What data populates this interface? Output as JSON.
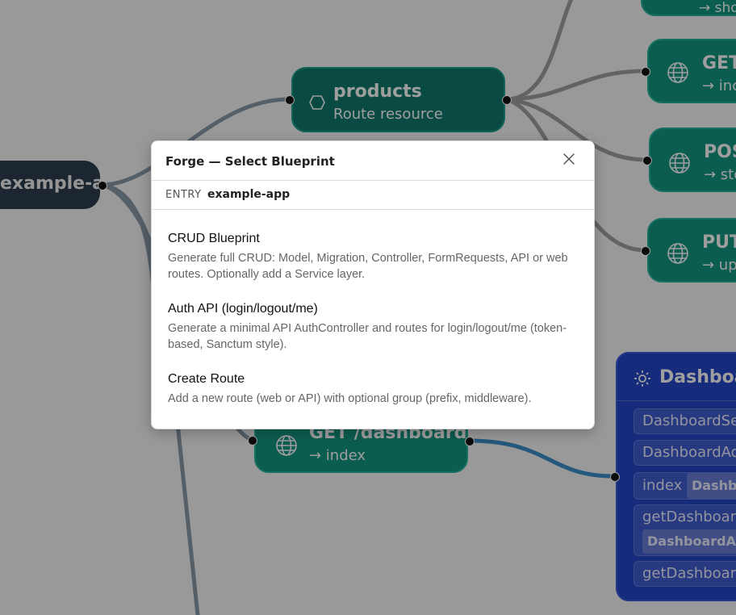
{
  "graph": {
    "app_node": {
      "label": "example-app"
    },
    "resource_node": {
      "title": "products",
      "subtitle": "Route resource"
    },
    "route_nodes": [
      {
        "title": "",
        "subtitle": "→ sho"
      },
      {
        "title": "GET",
        "subtitle": "→ inc"
      },
      {
        "title": "POS",
        "subtitle": "→ sto"
      },
      {
        "title": "PUT",
        "subtitle": "→ up"
      },
      {
        "title": "GET /dashboard",
        "subtitle": "→ index"
      }
    ],
    "controller_node": {
      "title": "Dashboar",
      "rows": [
        {
          "text": "DashboardSer"
        },
        {
          "text": "DashboardAdr"
        },
        {
          "text": "index",
          "chip": "Dashbo"
        },
        {
          "text": "getDashboard",
          "chip": "DashboardAdr"
        },
        {
          "text": "getDashboard"
        }
      ]
    },
    "colors": {
      "app": "#2c3e50",
      "resource": "#0f7a6c",
      "route": "#129682",
      "controller": "#2546c9",
      "edge": "#8a8a8a",
      "edge_blue": "#3a8fc8"
    }
  },
  "dialog": {
    "title": "Forge — Select Blueprint",
    "close_icon": "close-icon",
    "entry": {
      "label": "ENTRY",
      "value": "example-app"
    },
    "blueprints": [
      {
        "name": "CRUD Blueprint",
        "description": "Generate full CRUD: Model, Migration, Controller, FormRequests, API or web routes. Optionally add a Service layer."
      },
      {
        "name": "Auth API (login/logout/me)",
        "description": "Generate a minimal API AuthController and routes for login/logout/me (token-based, Sanctum style)."
      },
      {
        "name": "Create Route",
        "description": "Add a new route (web or API) with optional group (prefix, middleware)."
      }
    ]
  }
}
